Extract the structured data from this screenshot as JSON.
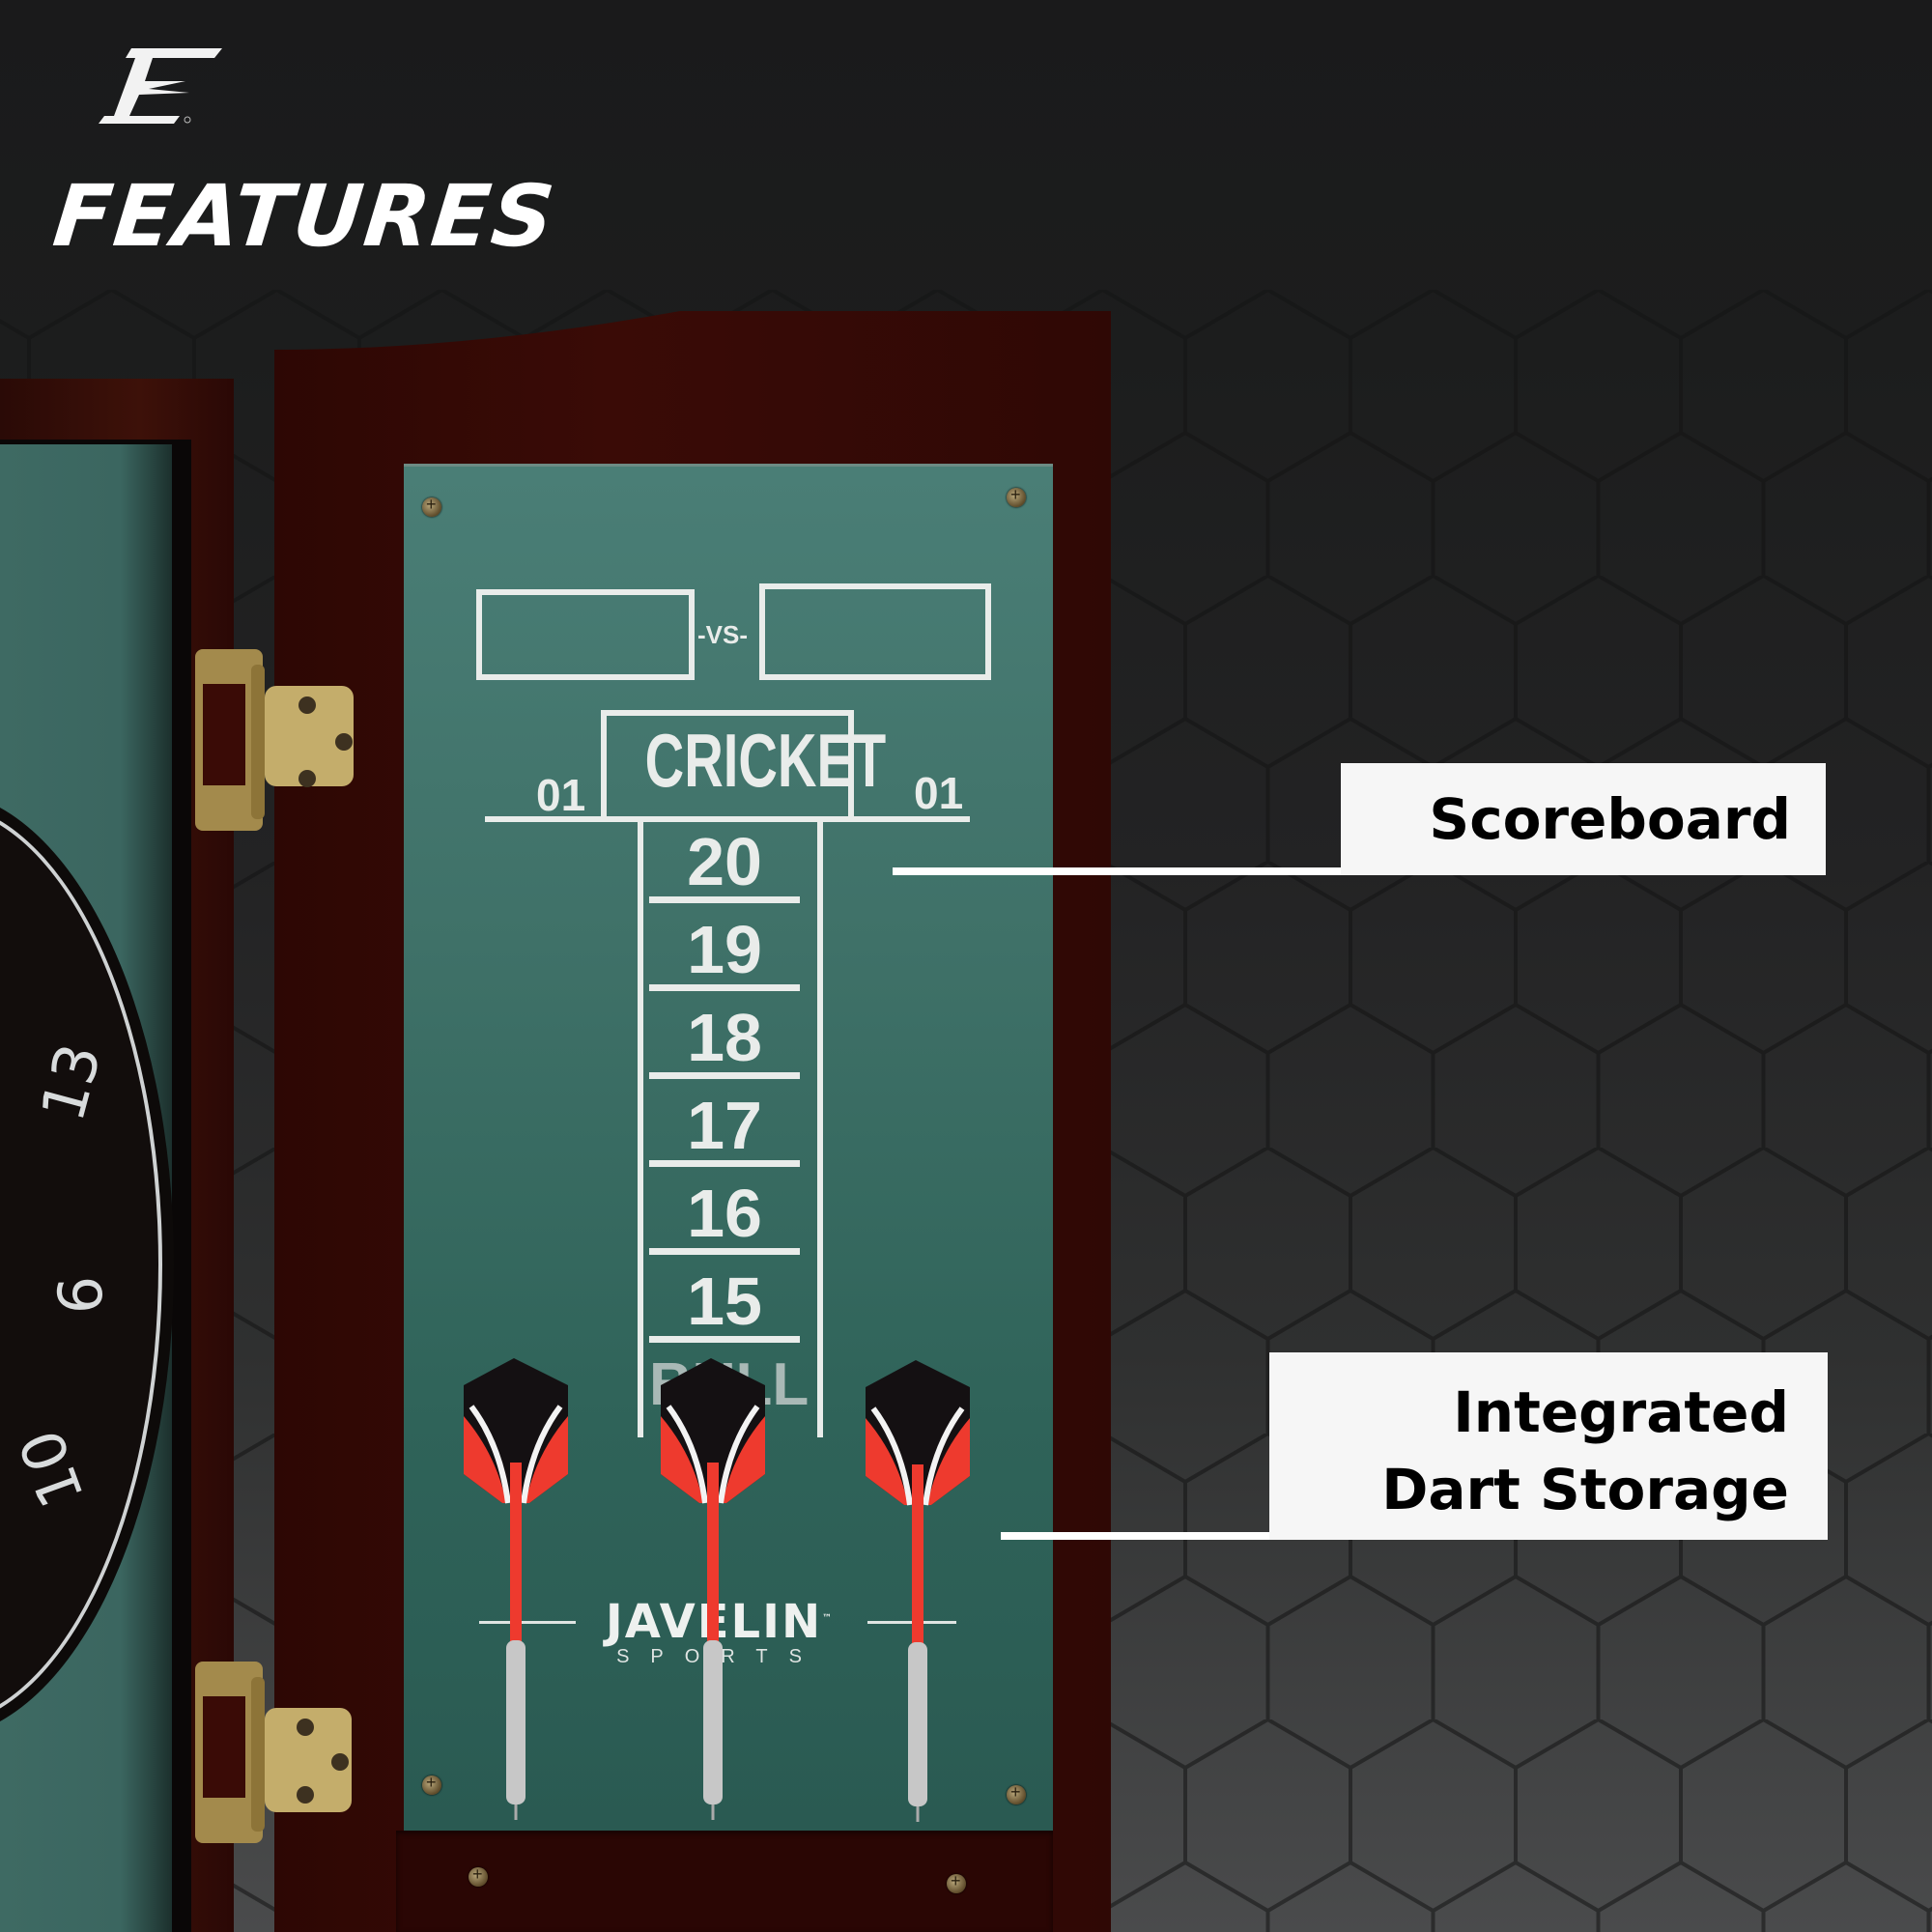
{
  "header": {
    "brand_logo_glyph": "E",
    "title": "FEATURES"
  },
  "scoreboard": {
    "vs_label": "-VS-",
    "game_label": "CRICKET",
    "left_mode": "01",
    "right_mode": "01",
    "numbers": [
      "20",
      "19",
      "18",
      "17",
      "16",
      "15"
    ],
    "bull_label": "BULL",
    "brand": "JAVELIN",
    "brand_sub": "SPORTS",
    "brand_tm": "™"
  },
  "dartboard": {
    "visible_numbers": [
      "13",
      "6",
      "10"
    ]
  },
  "callouts": [
    {
      "label": "Scoreboard"
    },
    {
      "label_line1": "Integrated",
      "label_line2": "Dart Storage"
    }
  ],
  "colors": {
    "felt_green": "#3f7168",
    "wood": "#3a0b06",
    "callout_bg": "#f6f6f6",
    "dart_red": "#ee3a2e",
    "brass": "#b8a056"
  }
}
